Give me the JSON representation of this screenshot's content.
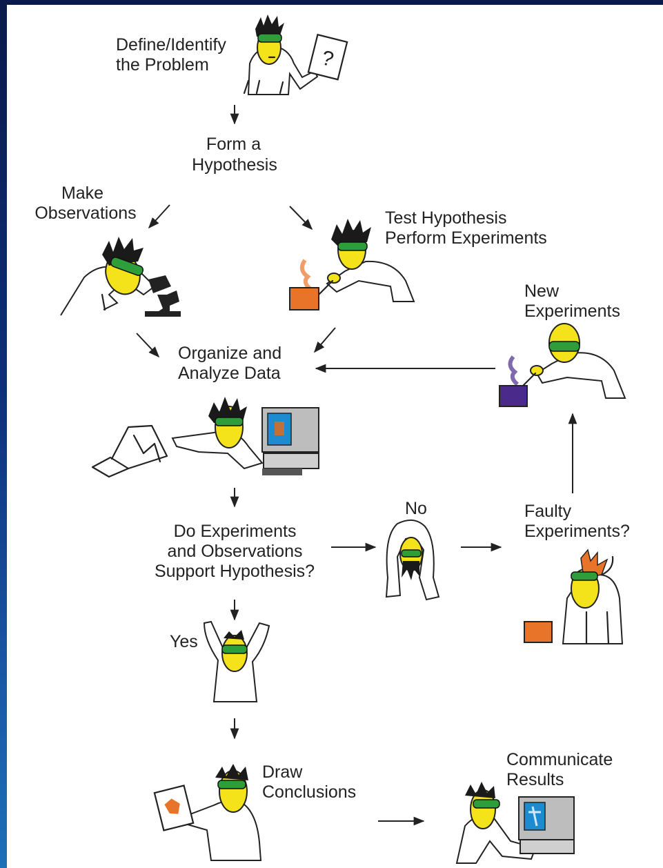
{
  "steps": {
    "define_problem": [
      "Define/Identify",
      "the Problem"
    ],
    "form_hypothesis": [
      "Form a",
      "Hypothesis"
    ],
    "make_observations": [
      "Make",
      "Observations"
    ],
    "test_hypothesis": [
      "Test Hypothesis",
      "Perform Experiments"
    ],
    "new_experiments": [
      "New",
      "Experiments"
    ],
    "organize_data": [
      "Organize and",
      "Analyze Data"
    ],
    "support_question": [
      "Do Experiments",
      "and Observations",
      "Support Hypothesis?"
    ],
    "no": "No",
    "faulty_experiments": [
      "Faulty",
      "Experiments?"
    ],
    "yes": "Yes",
    "draw_conclusions": [
      "Draw",
      "Conclusions"
    ],
    "communicate_results": [
      "Communicate",
      "Results"
    ]
  },
  "paper_mark": "?",
  "colors": {
    "skin": "#f4e21a",
    "goggles": "#2e9e3a",
    "beaker_orange": "#e8742a",
    "beaker_purple": "#4a2a8a",
    "screen_blue": "#1e8ad0"
  }
}
